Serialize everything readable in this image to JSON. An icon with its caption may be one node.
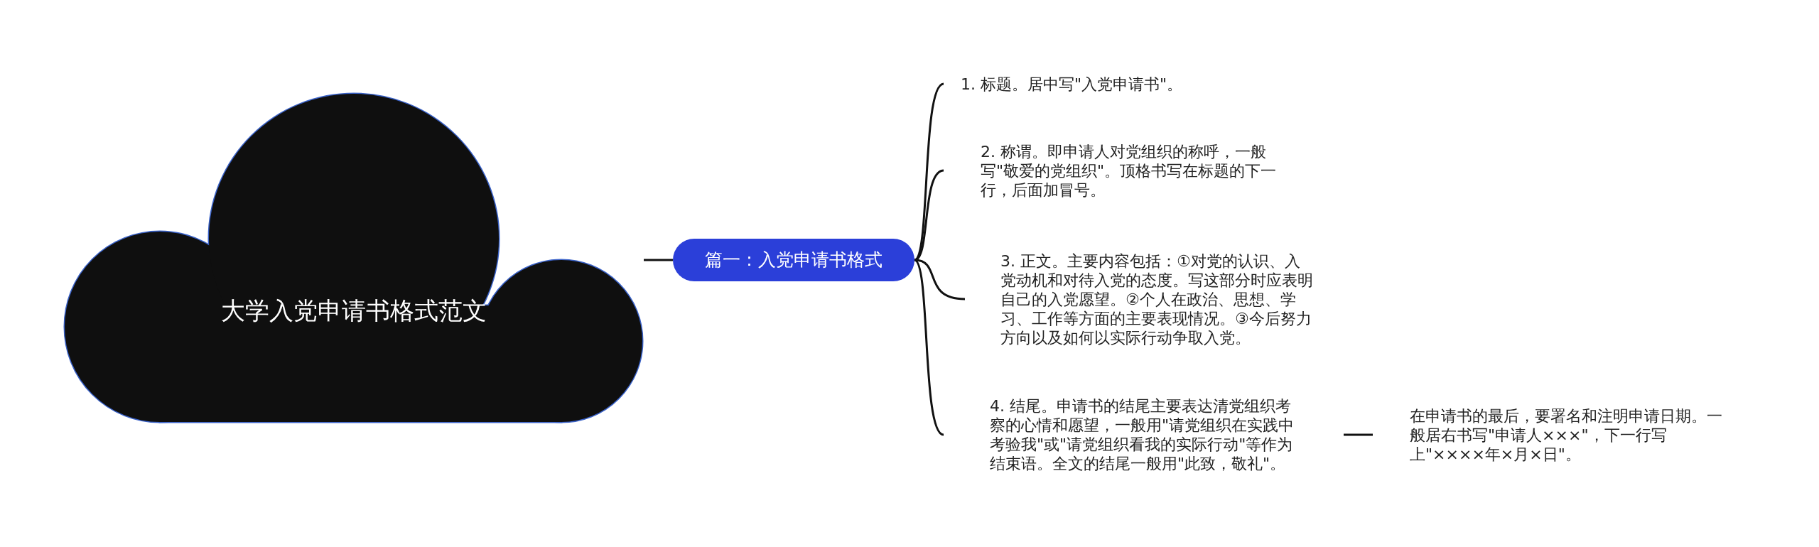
{
  "diagram": {
    "nodes": [
      {
        "text": [
          "大学入党申请书格式范文"
        ]
      },
      {
        "text": [
          "篇一：入党申请书格式"
        ]
      },
      {
        "text": [
          "1. 标题。居中写\"入党申请书\"。"
        ]
      },
      {
        "text": [
          "2. 称谓。即申请人对党组织的称呼，一般写\"敬爱的党组织\"。顶格书写在标题的下一行，后面加冒号。"
        ]
      },
      {
        "text": [
          "3.  正文。主要内容包括：①对党的认识、入党动机和对待入党的态度。写这部分时应表明自己的入党愿望。②个人在政治、思想、学习、工作等方面的主要表现情况。③今后努力方向以及如何以实际行动争取入党。"
        ]
      },
      {
        "text": [
          "4.  结尾。申请书的结尾主要表达清党组织考察的心情和愿望，一般用\"请党组织在实践中考验我\"或\"请党组织看我的实际行动\"等作为结束语。全文的结尾一般用\"此致，敬礼\"。"
        ]
      },
      {
        "text": [
          "在申请书的最后，要署名和注明申请日期。一般居右书写\"申请人×××\"，下一行写上\"××××年×月×日\"。"
        ]
      }
    ],
    "edges": [
      {
        "from": 0,
        "to": 1,
        "arrow": "none"
      },
      {
        "from": 1,
        "to": 2,
        "arrow": "none"
      },
      {
        "from": 1,
        "to": 3,
        "arrow": "none"
      },
      {
        "from": 1,
        "to": 4,
        "arrow": "none"
      },
      {
        "from": 1,
        "to": 5,
        "arrow": "none"
      },
      {
        "from": 5,
        "to": 6,
        "arrow": "none"
      }
    ]
  }
}
